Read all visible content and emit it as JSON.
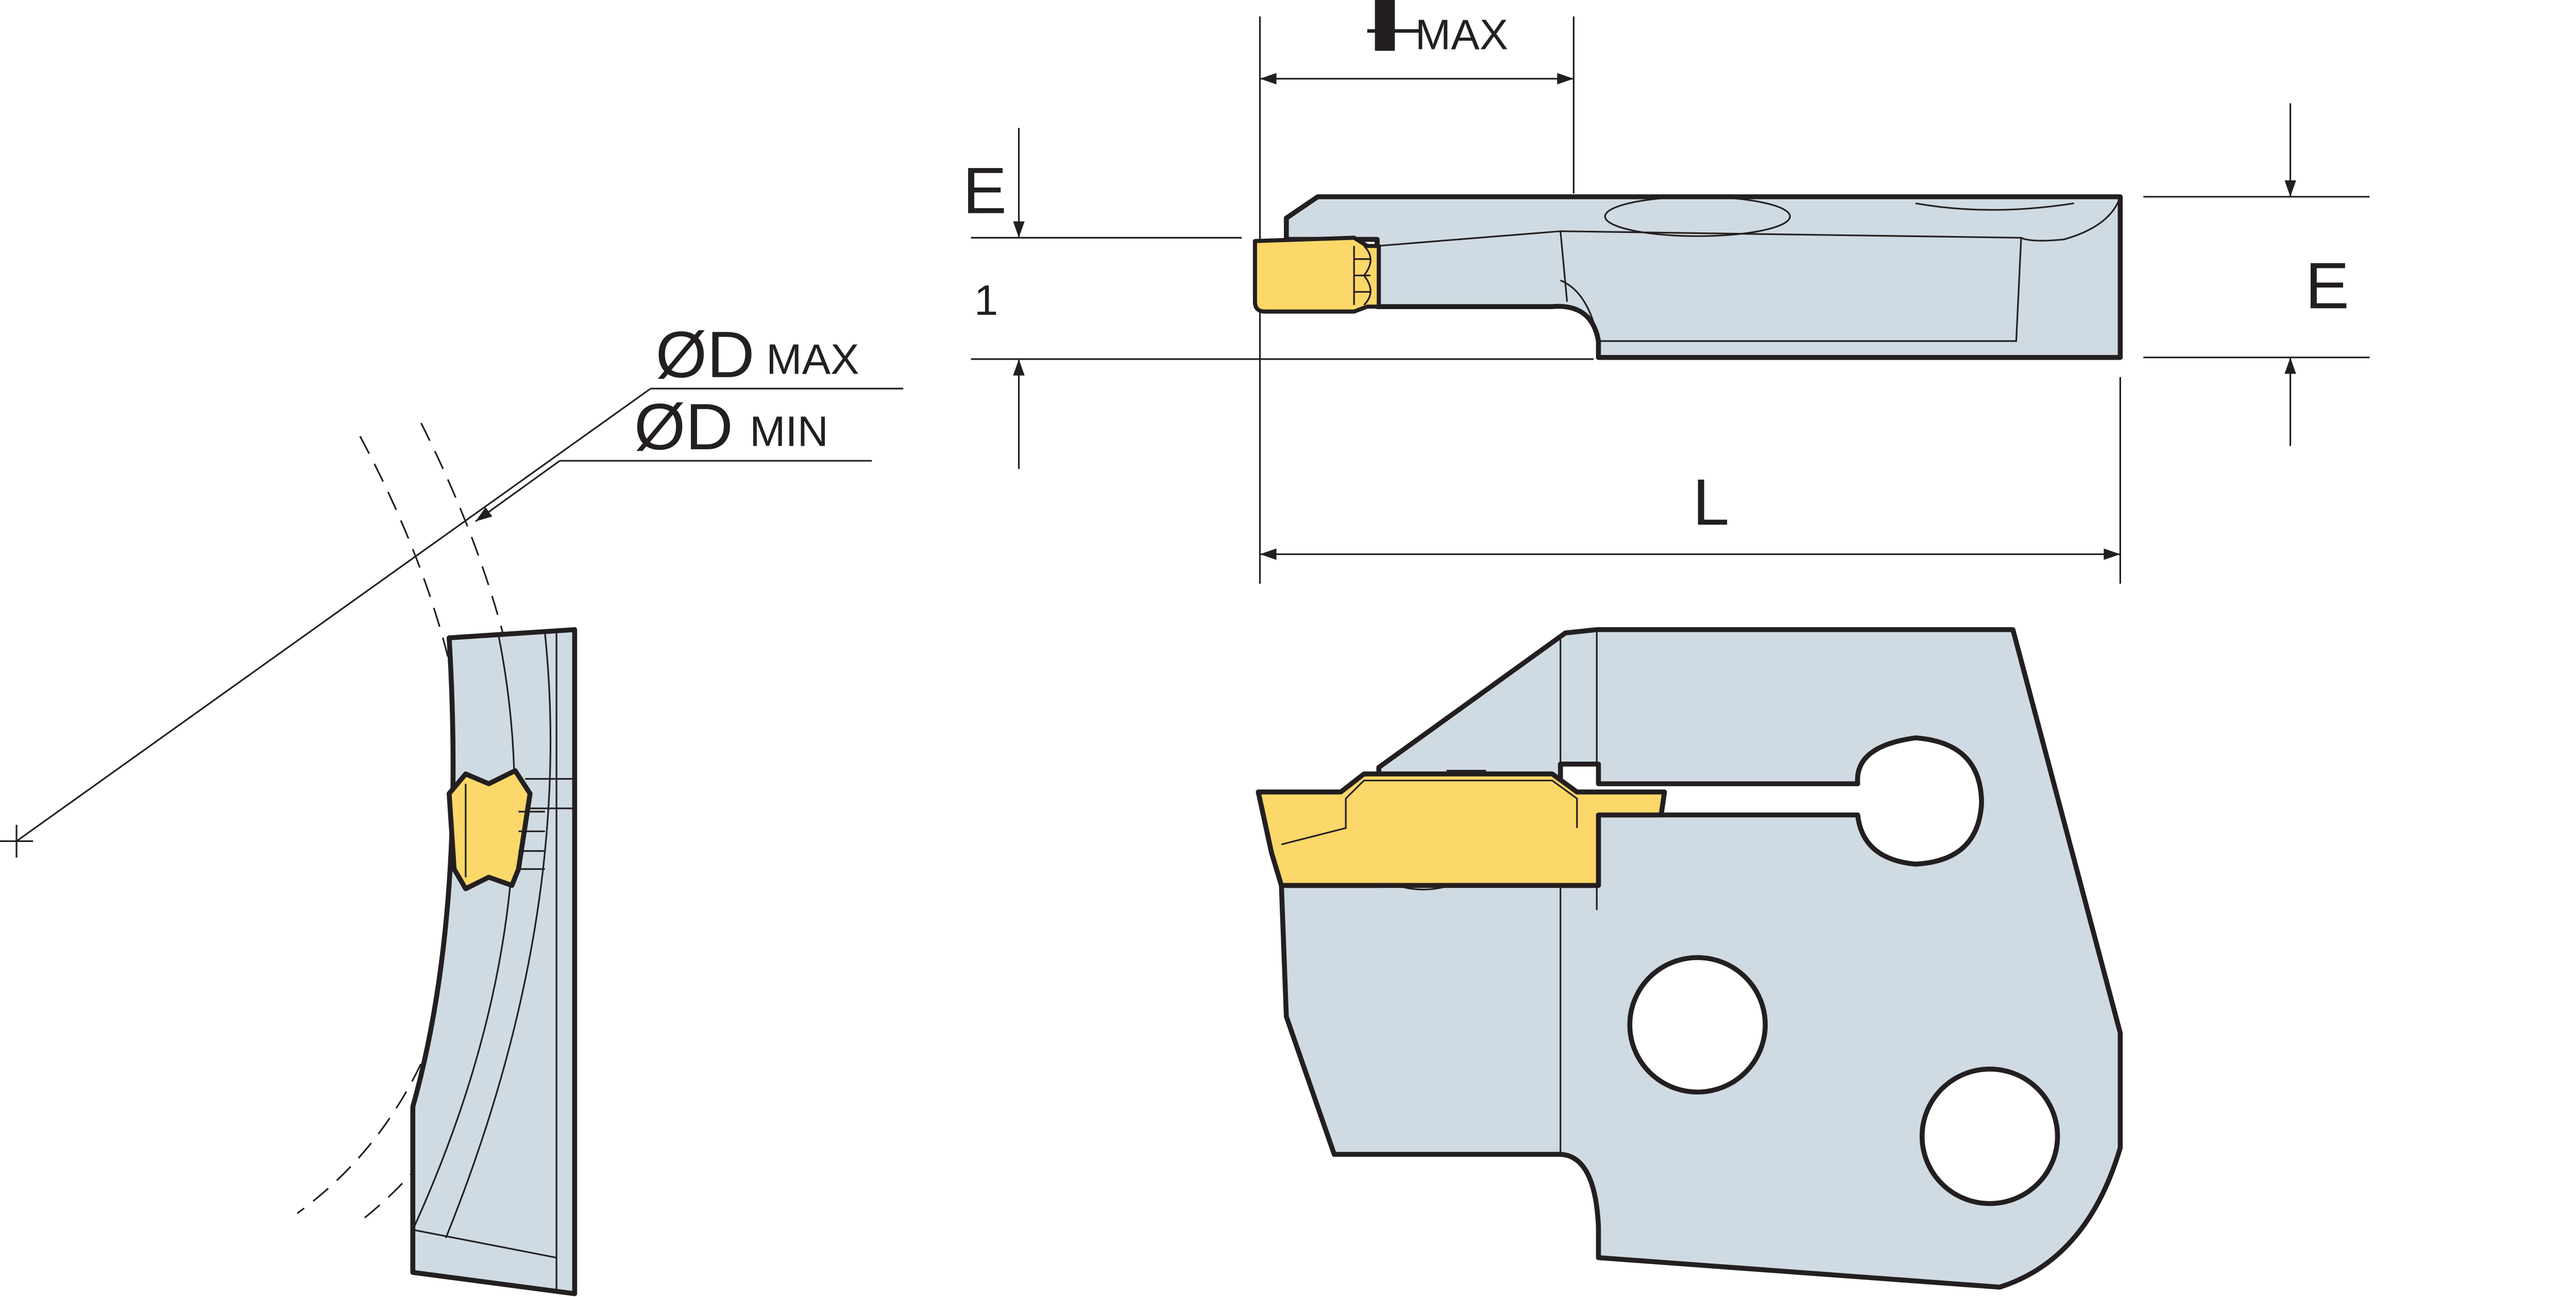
{
  "labels": {
    "t_main": "T",
    "t_dash": "—",
    "t_sub": "MAX",
    "e_left": "E",
    "one": "1",
    "e_right": "E",
    "l": "L",
    "dmax_main": "ØD",
    "dmax_sub": "MAX",
    "dmin_main": "ØD",
    "dmin_sub": "MIN"
  },
  "colors": {
    "body": "#d0dae2",
    "insert": "#fcd769",
    "outline": "#231f20",
    "background": "#ffffff"
  }
}
